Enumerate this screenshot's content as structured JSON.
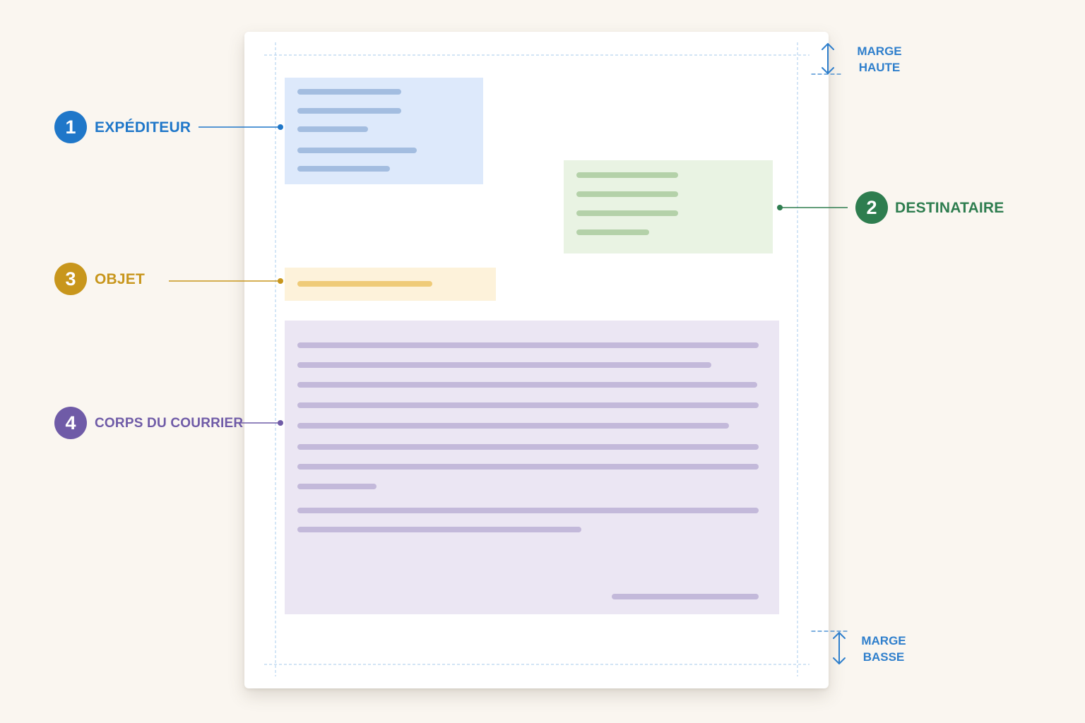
{
  "colors": {
    "background": "#faf6f0",
    "sender": "#1f77c9",
    "recipient": "#2e7d4f",
    "subject": "#c8961c",
    "body": "#6f5ba7",
    "margin": "#2f7fcc"
  },
  "annotations": [
    {
      "number": "1",
      "label": "EXPÉDITEUR"
    },
    {
      "number": "2",
      "label": "DESTINATAIRE"
    },
    {
      "number": "3",
      "label": "OBJET"
    },
    {
      "number": "4",
      "label": "CORPS DU COURRIER"
    }
  ],
  "margins": {
    "top": {
      "line1": "MARGE",
      "line2": "HAUTE"
    },
    "bottom": {
      "line1": "MARGE",
      "line2": "BASSE"
    }
  },
  "icons": {
    "top_margin": "double-arrow-vertical-icon",
    "bottom_margin": "double-arrow-vertical-icon"
  }
}
